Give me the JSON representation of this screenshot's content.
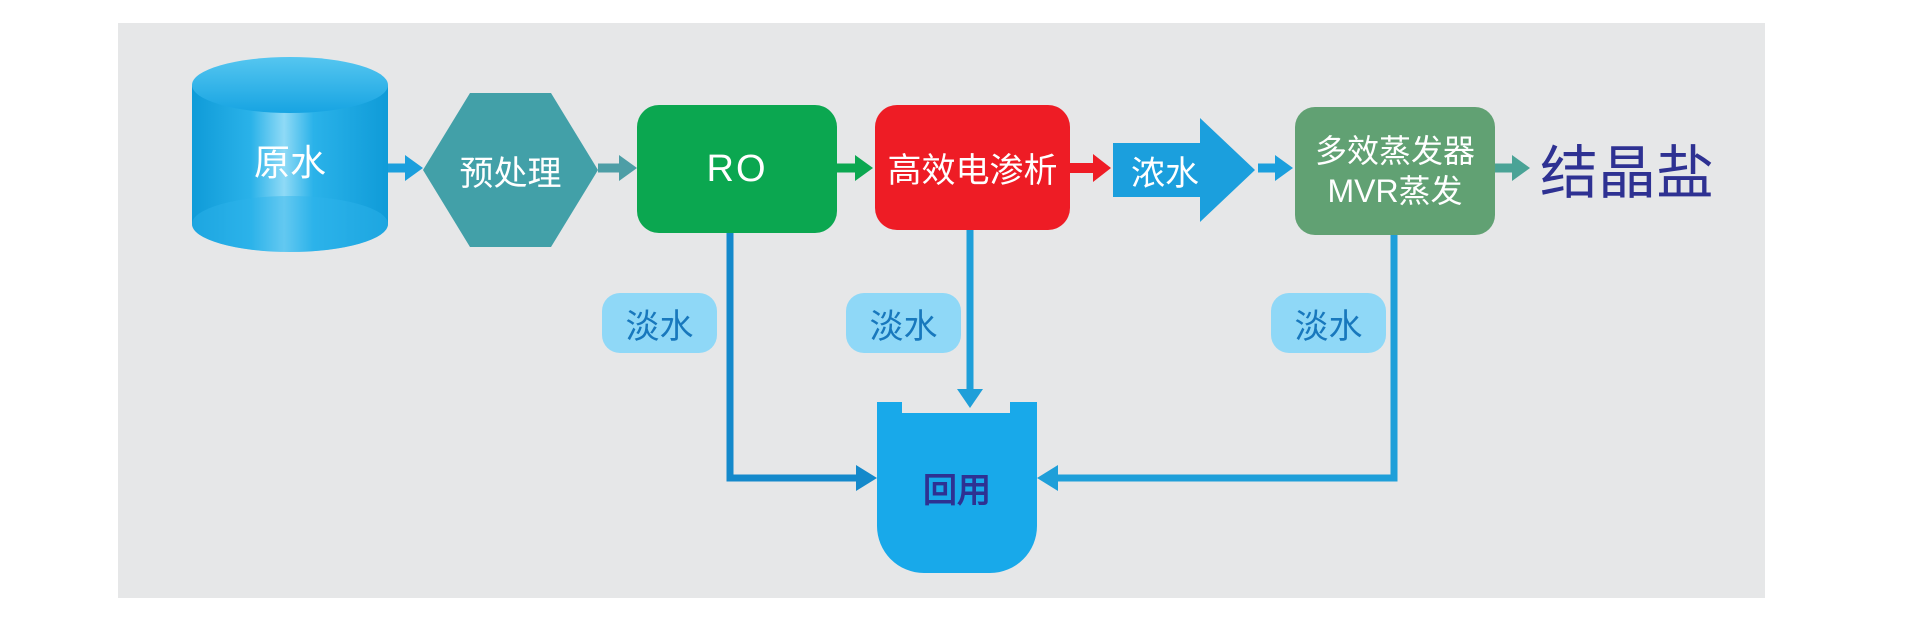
{
  "diagram": {
    "nodes": {
      "raw_water": "原水",
      "pretreatment": "预处理",
      "ro": "RO",
      "electrodialysis": "高效电渗析",
      "concentrate": "浓水",
      "evaporator_line1": "多效蒸发器",
      "evaporator_line2": "MVR蒸发",
      "crystal_salt": "结晶盐",
      "reuse_tank": "回用"
    },
    "fresh_water_labels": [
      "淡水",
      "淡水",
      "淡水"
    ],
    "colors": {
      "panel_bg": "#e6e7e8",
      "cylinder_blue": "#14a0e0",
      "hexagon_teal": "#42a0a8",
      "ro_green": "#0ba750",
      "electrodialysis_red": "#ee1c25",
      "flow_blue": "#1b9fdd",
      "evaporator_green": "#61a173",
      "exit_teal_arrow": "#4aa396",
      "crystal_text": "#2e3192",
      "fresh_pill_bg": "#8fd8f7",
      "fresh_pill_text": "#1878bd",
      "return_line_dark_blue": "#1489cb",
      "return_line_light_blue": "#1e9fd9",
      "tank_blue": "#18a9ea"
    }
  }
}
